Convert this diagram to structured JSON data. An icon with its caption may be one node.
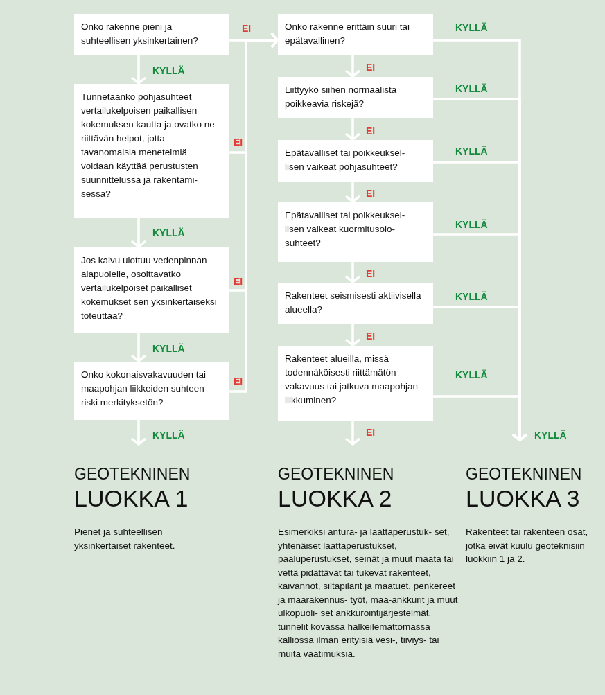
{
  "diagram": {
    "nodes": [
      {
        "text": [
          "Onko rakenne pieni ja suhteellisen yksinkertainen?"
        ]
      },
      {
        "text": [
          "Tunnetaanko pohjasuhteet vertailukelpoisen paikallisen kokemuksen kautta ja ovatko ne riittävän helpot, jotta tavanomaisia menetelmiä voidaan käyttää perustusten suunnittelussa ja rakentami- sessa?"
        ]
      },
      {
        "text": [
          "Jos kaivu ulottuu vedenpinnan alapuolelle, osoittavatko vertailukelpoiset paikalliset kokemukset sen yksinkertaiseksi toteuttaa?"
        ]
      },
      {
        "text": [
          "Onko kokonaisvakavuuden tai maapohjan liikkeiden suhteen riski merkityksetön?"
        ]
      },
      {
        "text": [
          "Onko rakenne erittäin suuri tai epätavallinen?"
        ]
      },
      {
        "text": [
          "Liittyykö siihen normaalista poikkeavia riskejä?"
        ]
      },
      {
        "text": [
          "Epätavalliset tai poikkeuksel- lisen vaikeat pohjasuhteet?"
        ]
      },
      {
        "text": [
          "Epätavalliset tai poikkeuksel- lisen vaikeat kuormitusolo- suhteet?"
        ]
      },
      {
        "text": [
          "Rakenteet seismisesti aktiivisella alueella?"
        ]
      },
      {
        "text": [
          "Rakenteet alueilla, missä todennäköisesti riittämätön vakavuus tai jatkuva maapohjan liikkuminen?"
        ]
      },
      {
        "text": [
          "GEOTEKNINEN",
          "LUOKKA 1",
          "Pienet ja suhteellisen yksinkertaiset rakenteet."
        ]
      },
      {
        "text": [
          "GEOTEKNINEN",
          "LUOKKA 2",
          "Esimerkiksi antura- ja laattaperustuk- set, yhtenäiset laattaperustukset, paaluperustukset, seinät ja muut maata tai vettä pidättävät tai tukevat rakenteet, kaivannot, siltapilarit ja maatuet, penkereet ja maarakennus- työt, maa-ankkurit ja muut ulkopuoli- set ankkurointijärjestelmät, tunnelit kovassa halkeilemattomassa kalliossa ilman erityisiä vesi-, tiiviys- tai muita vaatimuksia."
        ]
      },
      {
        "text": [
          "GEOTEKNINEN",
          "LUOKKA 3",
          "Rakenteet tai rakenteen osat, jotka eivät kuulu geoteknisiin luokkiin 1 ja 2."
        ]
      }
    ],
    "edges": [
      {
        "from": 0,
        "to": 1,
        "arrow": "to",
        "label": "KYLLÄ"
      },
      {
        "from": 0,
        "to": 4,
        "arrow": "to",
        "label": "EI"
      },
      {
        "from": 1,
        "to": 2,
        "arrow": "to",
        "label": "KYLLÄ"
      },
      {
        "from": 1,
        "to": 4,
        "arrow": "to",
        "label": "EI"
      },
      {
        "from": 2,
        "to": 3,
        "arrow": "to",
        "label": "KYLLÄ"
      },
      {
        "from": 2,
        "to": 4,
        "arrow": "to",
        "label": "EI"
      },
      {
        "from": 3,
        "to": 10,
        "arrow": "to",
        "label": "KYLLÄ"
      },
      {
        "from": 3,
        "to": 4,
        "arrow": "to",
        "label": "EI"
      },
      {
        "from": 4,
        "to": 5,
        "arrow": "to",
        "label": "EI"
      },
      {
        "from": 4,
        "to": 12,
        "arrow": "to",
        "label": "KYLLÄ"
      },
      {
        "from": 5,
        "to": 6,
        "arrow": "to",
        "label": "EI"
      },
      {
        "from": 5,
        "to": 12,
        "arrow": "to",
        "label": "KYLLÄ"
      },
      {
        "from": 6,
        "to": 7,
        "arrow": "to",
        "label": "EI"
      },
      {
        "from": 6,
        "to": 12,
        "arrow": "to",
        "label": "KYLLÄ"
      },
      {
        "from": 7,
        "to": 8,
        "arrow": "to",
        "label": "EI"
      },
      {
        "from": 7,
        "to": 12,
        "arrow": "to",
        "label": "KYLLÄ"
      },
      {
        "from": 8,
        "to": 9,
        "arrow": "to",
        "label": "EI"
      },
      {
        "from": 8,
        "to": 12,
        "arrow": "to",
        "label": "KYLLÄ"
      },
      {
        "from": 9,
        "to": 11,
        "arrow": "to",
        "label": "EI"
      },
      {
        "from": 9,
        "to": 12,
        "arrow": "to",
        "label": "KYLLÄ"
      }
    ],
    "labels": [
      "KYLLÄ"
    ]
  }
}
